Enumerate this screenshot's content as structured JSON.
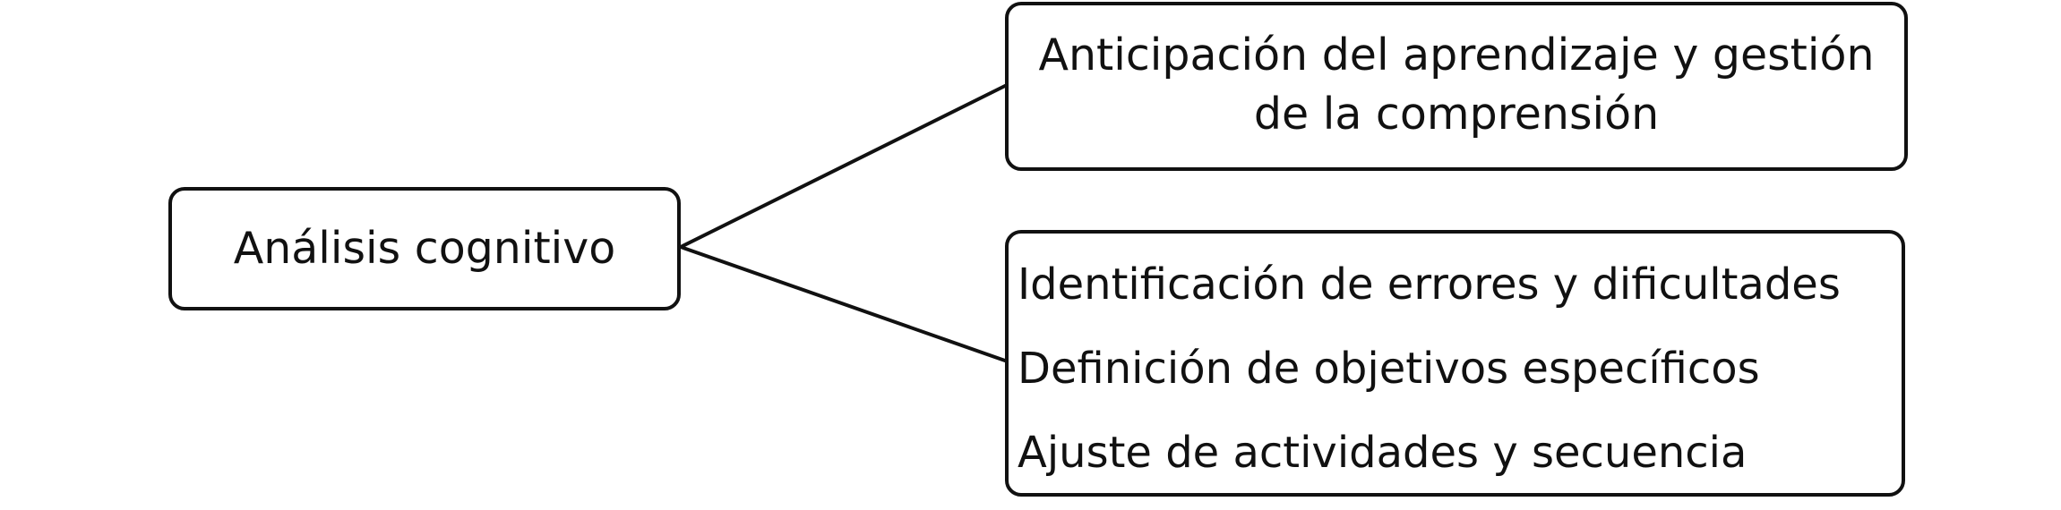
{
  "diagram": {
    "root": {
      "label": "Análisis cognitivo"
    },
    "branches": [
      {
        "label": "Anticipación del aprendizaje y gestión de la comprensión"
      },
      {
        "items": [
          "Identificación de errores y dificultades",
          "Definición de objetivos específicos",
          "Ajuste de actividades y secuencia"
        ]
      }
    ],
    "colors": {
      "stroke": "#111111",
      "background": "#ffffff",
      "text": "#111111"
    }
  }
}
